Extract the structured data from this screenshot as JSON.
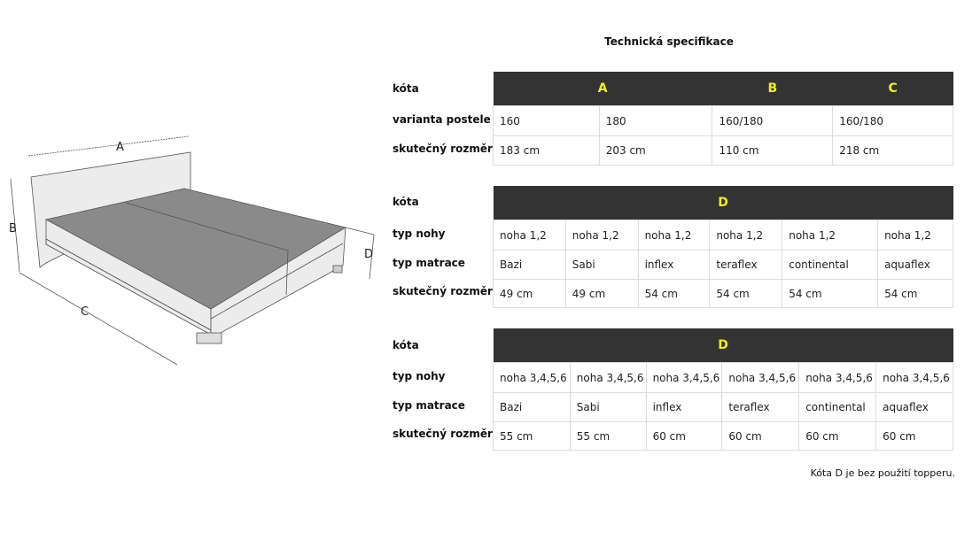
{
  "title": "Technická specifikace",
  "labels": {
    "kota": "kóta",
    "varianta": "varianta postele",
    "rozmer": "skutečný rozměr",
    "noha": "typ nohy",
    "matrace": "typ matrace"
  },
  "diagram": {
    "a": "A",
    "b": "B",
    "c": "C",
    "d": "D"
  },
  "table1": {
    "headers": [
      "A",
      "B",
      "C"
    ],
    "varianta": [
      "160",
      "180",
      "160/180",
      "160/180"
    ],
    "rozmer": [
      "183 cm",
      "203 cm",
      "110 cm",
      "218 cm"
    ]
  },
  "table2": {
    "header": "D",
    "noha": [
      "noha 1,2",
      "noha 1,2",
      "noha 1,2",
      "noha 1,2",
      "noha 1,2",
      "noha 1,2"
    ],
    "matrace": [
      "Bazi",
      "Sabi",
      "inflex",
      "teraflex",
      "continental",
      "aquaflex"
    ],
    "rozmer": [
      "49 cm",
      "49 cm",
      "54 cm",
      "54 cm",
      "54 cm",
      "54 cm"
    ]
  },
  "table3": {
    "header": "D",
    "noha": [
      "noha 3,4,5,6",
      "noha 3,4,5,6",
      "noha 3,4,5,6",
      "noha 3,4,5,6",
      "noha 3,4,5,6",
      "noha 3,4,5,6"
    ],
    "matrace": [
      "Bazi",
      "Sabi",
      "inflex",
      "teraflex",
      "continental",
      "aquaflex"
    ],
    "rozmer": [
      "55 cm",
      "55 cm",
      "60 cm",
      "60 cm",
      "60 cm",
      "60 cm"
    ]
  },
  "note": "Kóta D je bez použití topperu."
}
